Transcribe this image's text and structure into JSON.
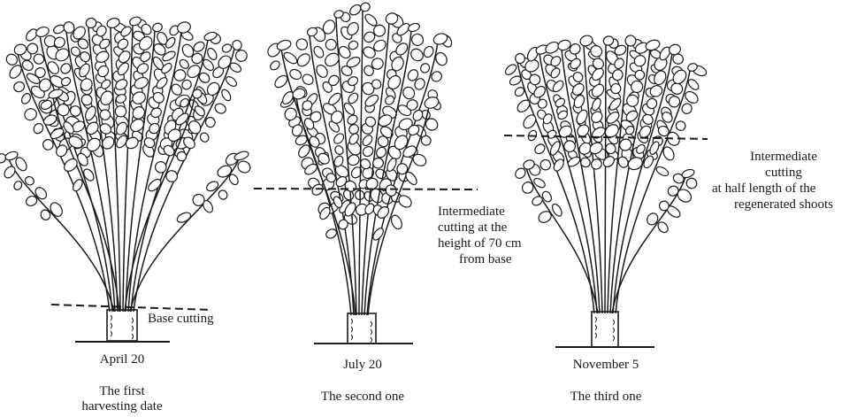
{
  "plants": [
    {
      "date": "April 20",
      "caption_line1": "The first",
      "caption_line2": "harvesting date",
      "cut_label": "Base cutting"
    },
    {
      "date": "July 20",
      "caption": "The second one",
      "cut_label_lines": [
        "Intermediate",
        "cutting at the",
        "height of 70 cm",
        "from base"
      ]
    },
    {
      "date": "November 5",
      "caption": "The third one",
      "cut_label_lines": [
        "Intermediate",
        "cutting",
        "at half length of the",
        "regenerated shoots"
      ]
    }
  ],
  "colors": {
    "ink": "#1a1a1a",
    "paper": "#ffffff"
  }
}
